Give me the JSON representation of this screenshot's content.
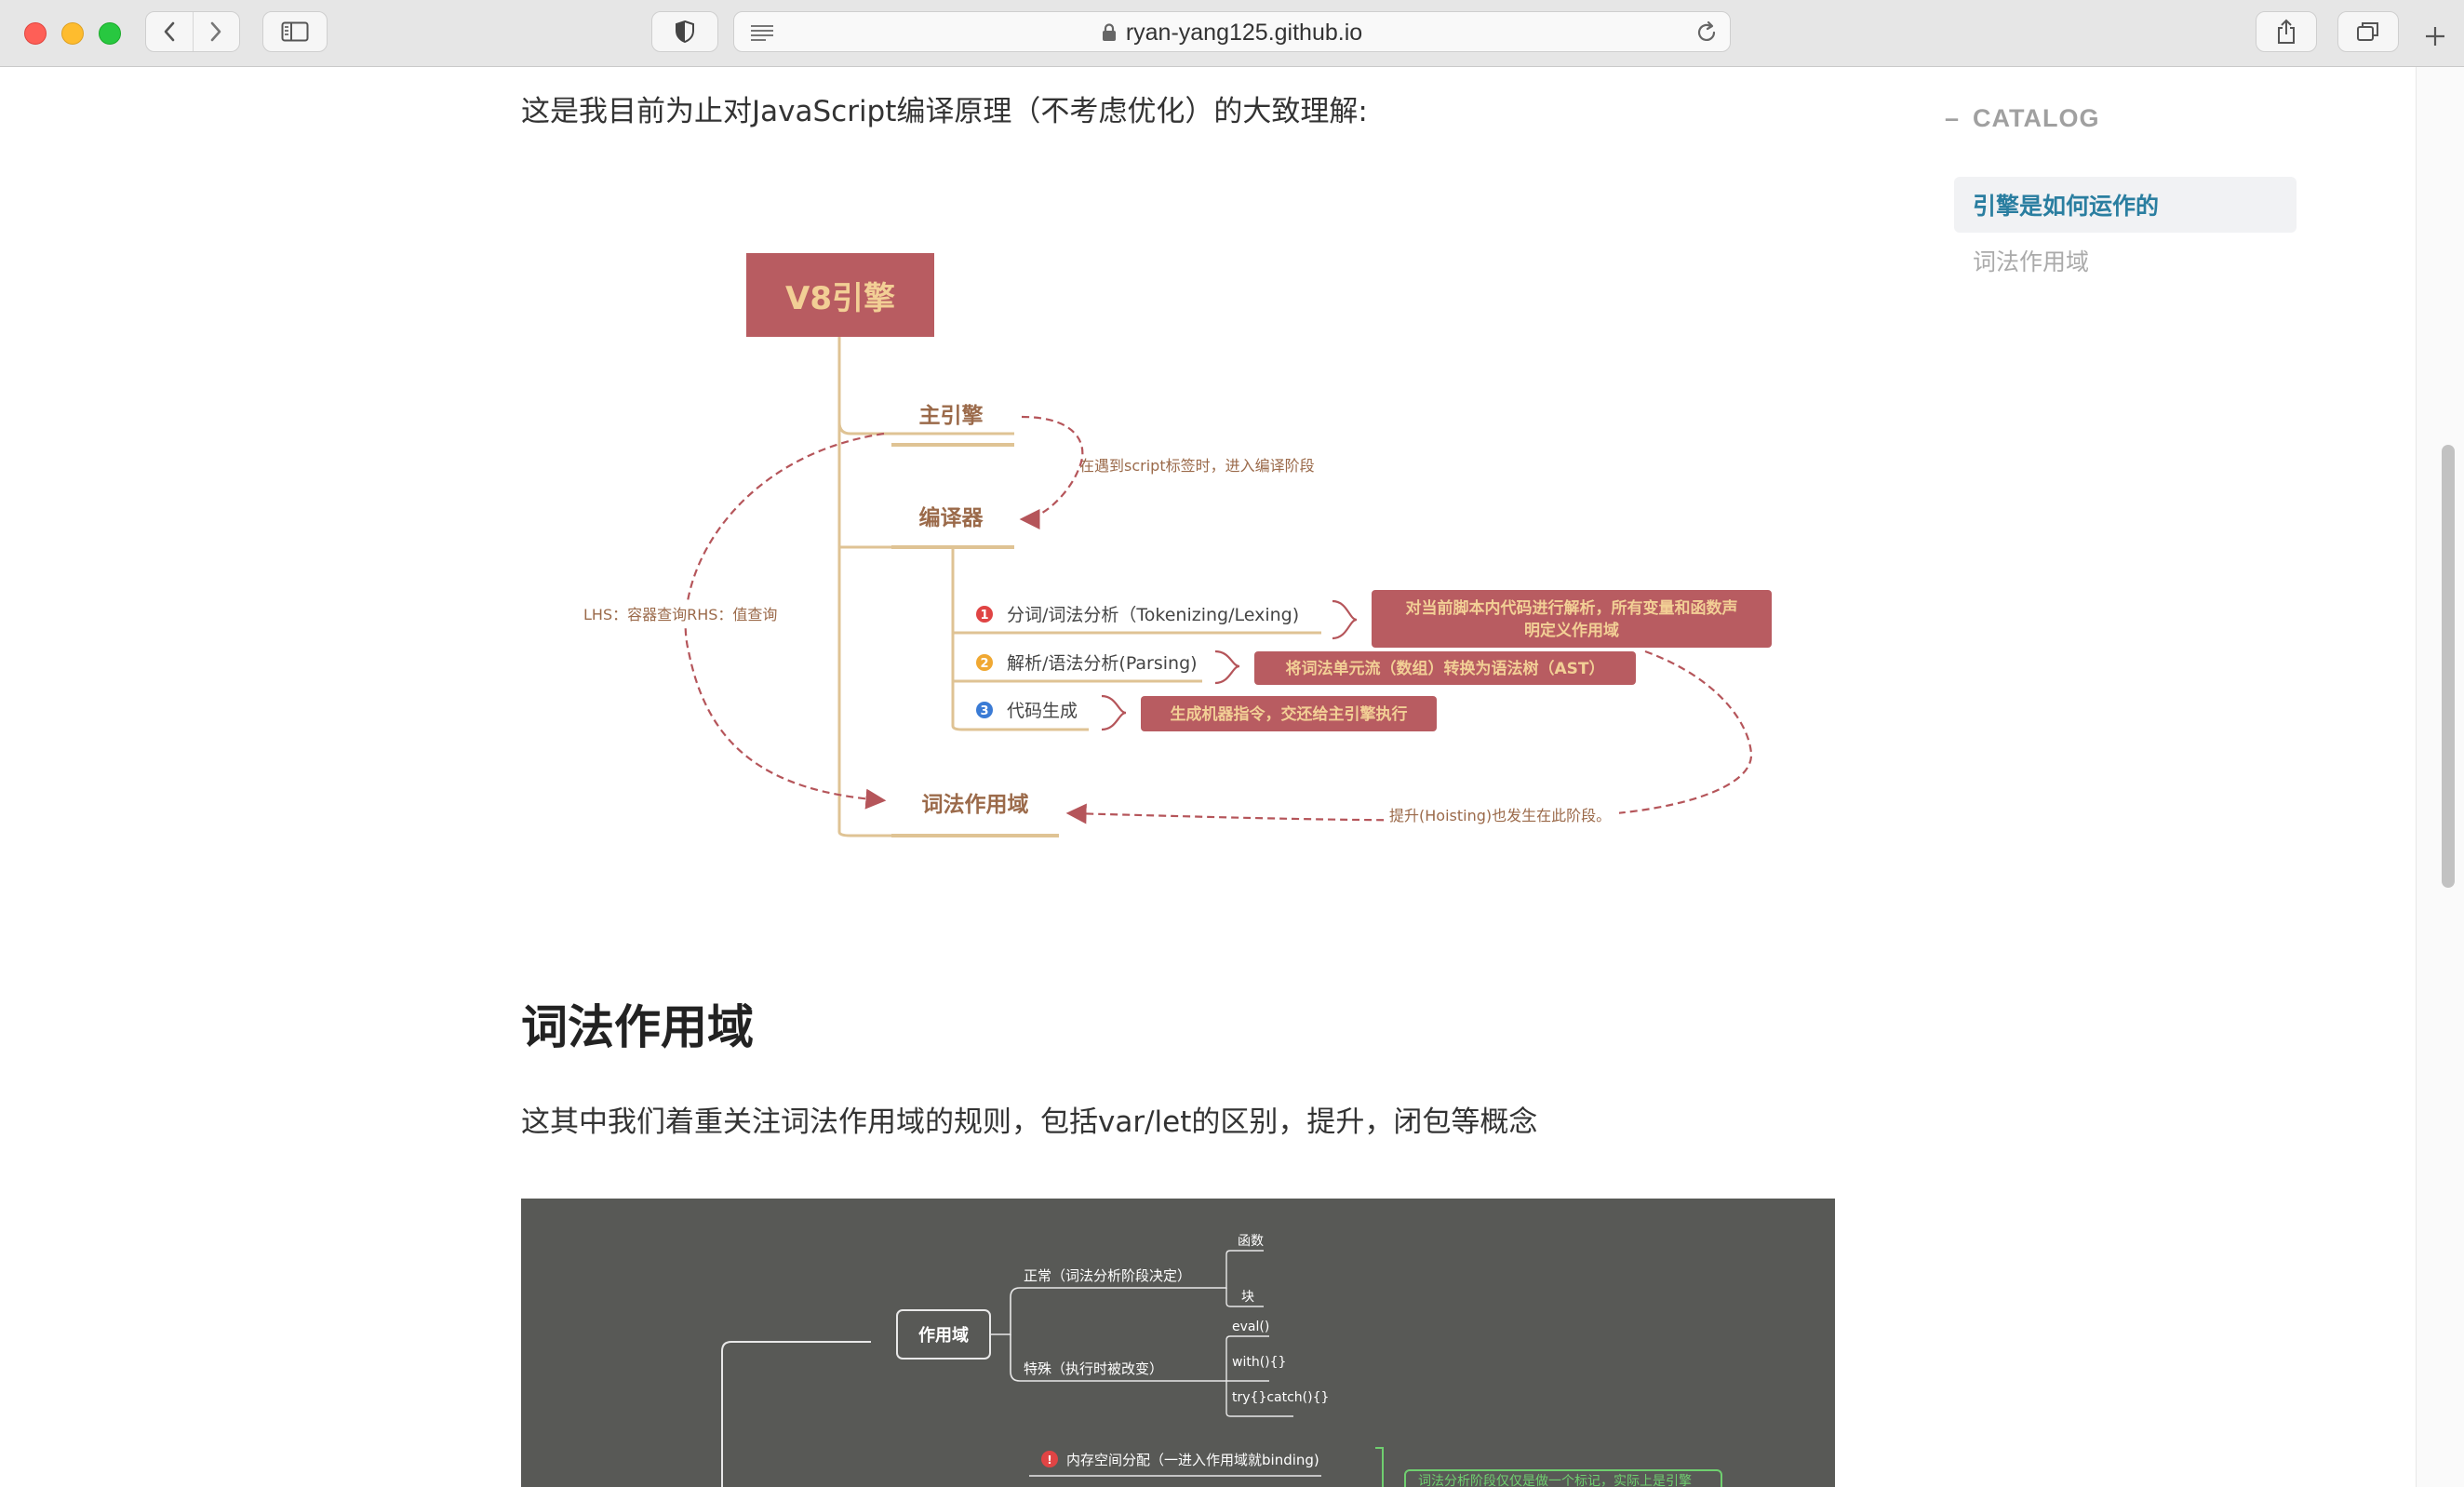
{
  "browser": {
    "url": "ryan-yang125.github.io"
  },
  "article": {
    "intro": "这是我目前为止对JavaScript编译原理（不考虑优化）的大致理解:",
    "heading": "词法作用域",
    "paragraph": "这其中我们着重关注词法作用域的规则，包括var/let的区别，提升，闭包等概念"
  },
  "diagram1": {
    "root": "V8引擎",
    "main_engine": "主引擎",
    "note_script": "在遇到script标签时，进入编译阶段",
    "compiler": "编译器",
    "lhs_rhs": "LHS：容器查询RHS：值查询",
    "steps": [
      {
        "num": "1",
        "label": "分词/词法分析（Tokenizing/Lexing)",
        "color": "#e04444"
      },
      {
        "num": "2",
        "label": "解析/语法分析(Parsing)",
        "color": "#f0a832"
      },
      {
        "num": "3",
        "label": "代码生成",
        "color": "#3a7bd5"
      }
    ],
    "callout1_line1": "对当前脚本内代码进行解析，所有变量和函数声",
    "callout1_line2": "明定义作用域",
    "callout2": "将词法单元流（数组）转换为语法树（AST）",
    "callout3": "生成机器指令，交还给主引擎执行",
    "lexical_scope": "词法作用域",
    "hoisting": "提升(Hoisting)也发生在此阶段。"
  },
  "diagram2": {
    "scope": "作用域",
    "normal": "正常（词法分析阶段决定）",
    "function": "函数",
    "block": "块",
    "special": "特殊（执行时被改变）",
    "eval": "eval()",
    "with": "with(){}",
    "trycatch": "try{}catch(){}",
    "memory": "内存空间分配（一进入作用域就binding)",
    "note": "词法分析阶段仅仅是做一个标记，实际上是引擎"
  },
  "catalog": {
    "title": "CATALOG",
    "items": [
      {
        "label": "引擎是如何运作的"
      },
      {
        "label": "词法作用域"
      }
    ]
  }
}
